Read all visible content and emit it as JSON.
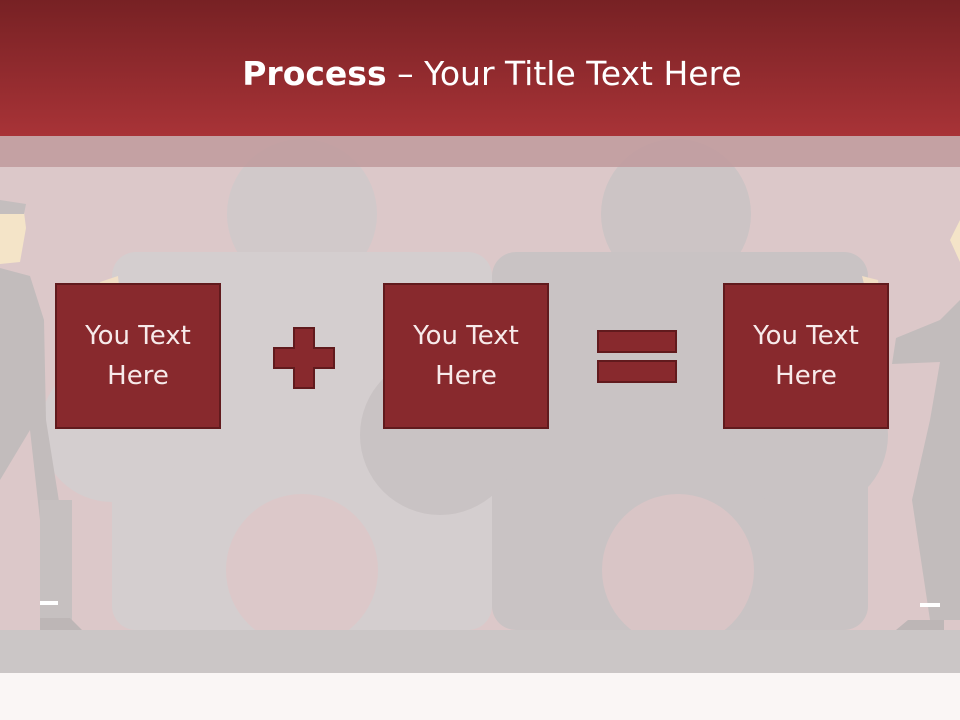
{
  "title": {
    "bold": "Process",
    "separator": "–",
    "rest": "Your Title Text Here"
  },
  "boxes": [
    {
      "text": "You Text Here"
    },
    {
      "text": "You Text Here"
    },
    {
      "text": "You Text Here"
    }
  ],
  "operators": [
    "plus-icon",
    "equals-icon"
  ],
  "colors": {
    "header_top": "#7a2124",
    "header_bottom": "#a83236",
    "box_fill": "#88292d",
    "box_border": "#611a1d",
    "background": "#dcc8c9",
    "puzzle_light": "#d5cece",
    "puzzle_dark": "#c7c1c1"
  }
}
